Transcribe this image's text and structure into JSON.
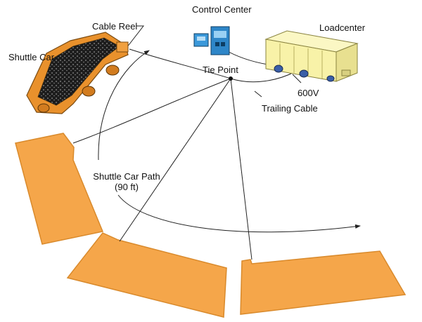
{
  "labels": {
    "control_center": "Control Center",
    "loadcenter": "Loadcenter",
    "cable_reel": "Cable Reel",
    "shuttle_car": "Shuttle Car",
    "tie_point": "Tie Point",
    "voltage": "600V",
    "trailing_cable": "Trailing Cable",
    "shuttle_car_path_line1": "Shuttle Car Path",
    "shuttle_car_path_line2": "(90 ft)"
  },
  "colors": {
    "mine_area_fill": "#f5a64a",
    "mine_area_edge": "#d98a2c",
    "car_body": "#e9912c",
    "car_load": "#1c1c1c",
    "loadcenter_body": "#f8f2a8",
    "control_center_body": "#2e86c8",
    "cable": "#222222"
  },
  "icons": {
    "shuttle_car": "shuttle-car-icon",
    "loadcenter": "loadcenter-icon",
    "control_center": "control-center-icon"
  }
}
